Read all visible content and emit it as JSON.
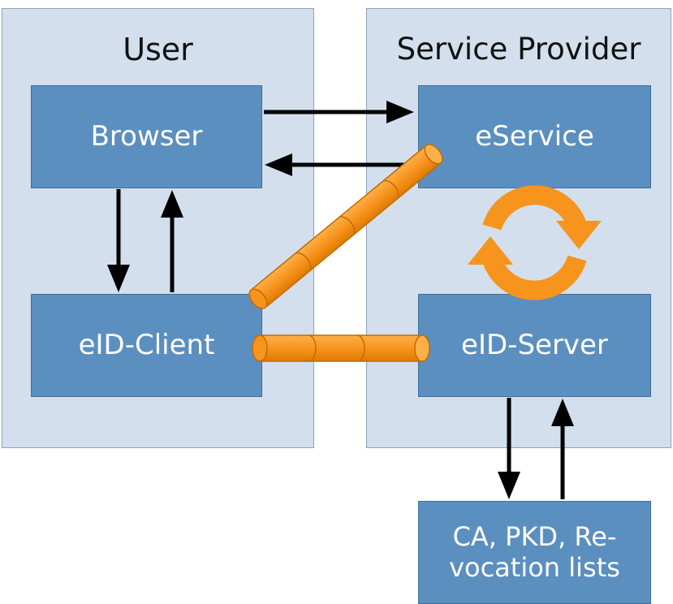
{
  "panels": {
    "user": {
      "title": "User"
    },
    "provider": {
      "title": "Service Provider"
    }
  },
  "boxes": {
    "browser": "Browser",
    "eservice": "eService",
    "eid_client": "eID-Client",
    "eid_server": "eID-Server",
    "ca_line1": "CA, PKD, Re-",
    "ca_line2": "vocation lists"
  },
  "colors": {
    "panel_fill": "#d3dfec",
    "box_fill": "#5b8fbf",
    "box_text": "#ffffff",
    "arrow": "#000000",
    "channel": "#f7941d"
  },
  "icons": {
    "sync": "circular-arrows-icon"
  }
}
